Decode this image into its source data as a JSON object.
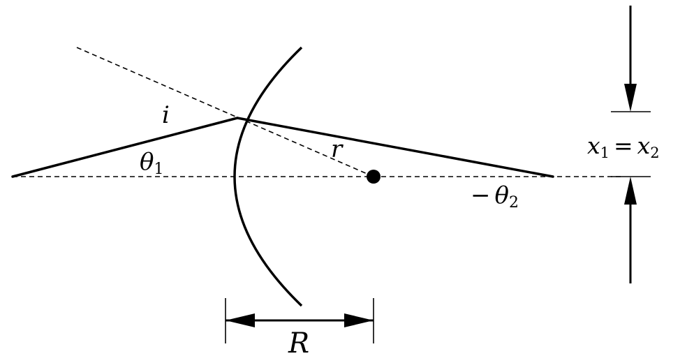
{
  "labels": {
    "incidence_angle": "i",
    "refraction_angle": "r",
    "theta1_symbol": "θ",
    "theta1_subscript": "1",
    "theta2_sign": "−",
    "theta2_symbol": "θ",
    "theta2_subscript": "2",
    "radius": "R",
    "x1_symbol": "x",
    "x1_subscript": "1",
    "equals": "=",
    "x2_symbol": "x",
    "x2_subscript": "2"
  },
  "colors": {
    "line": "#000000",
    "background": "#ffffff"
  }
}
